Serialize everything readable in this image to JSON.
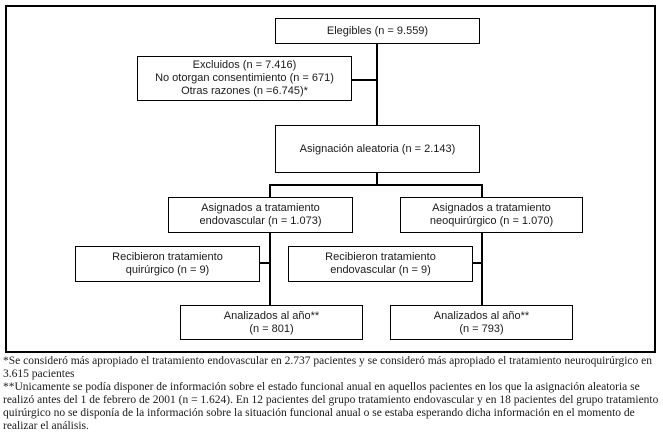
{
  "flowchart": {
    "boxes": {
      "elegibles": {
        "line1": "Elegibles (n = 9.559)"
      },
      "excluidos": {
        "line1": "Excluidos (n = 7.416)",
        "line2": "No otorgan consentimiento (n = 671)",
        "line3": "Otras razones (n =6.745)*"
      },
      "asignacion_aleatoria": {
        "line1": "Asignación aleatoria (n = 2.143)"
      },
      "asignados_endovascular": {
        "line1": "Asignados a tratamiento",
        "line2": "endovascular (n = 1.073)"
      },
      "asignados_neoquirurgico": {
        "line1": "Asignados a tratamiento",
        "line2": "neoquirúrgico (n = 1.070)"
      },
      "recibieron_quirurgico": {
        "line1": "Recibieron tratamiento",
        "line2": "quirúrgico (n = 9)"
      },
      "recibieron_endovascular": {
        "line1": "Recibieron tratamiento",
        "line2": "endovascular (n = 9)"
      },
      "analizados_endovascular": {
        "line1": "Analizados al año**",
        "line2": "(n = 801)"
      },
      "analizados_neoquirurgico": {
        "line1": "Analizados al año**",
        "line2": "(n = 793)"
      }
    },
    "footnotes": [
      "*Se consideró más apropiado el tratamiento endovascular en 2.737 pacientes y se consideró más apropiado el tratamiento neuroquirúrgico en 3.615 pacientes",
      "**Unicamente se podía disponer de información sobre el estado funcional anual en aquellos pacientes en los que la asignación aleatoria se realizó antes del 1 de febrero de 2001 (n = 1.624). En 12 pacientes del grupo tratamiento endovascular y en 18 pacientes del grupo tratamiento quirúrgico no se disponía de la información sobre la situación funcional anual o se estaba esperando dicha información en el momento de realizar el análisis."
    ],
    "colors": {
      "border": "#000000",
      "text": "#1a1a1a",
      "background": "#ffffff"
    }
  }
}
